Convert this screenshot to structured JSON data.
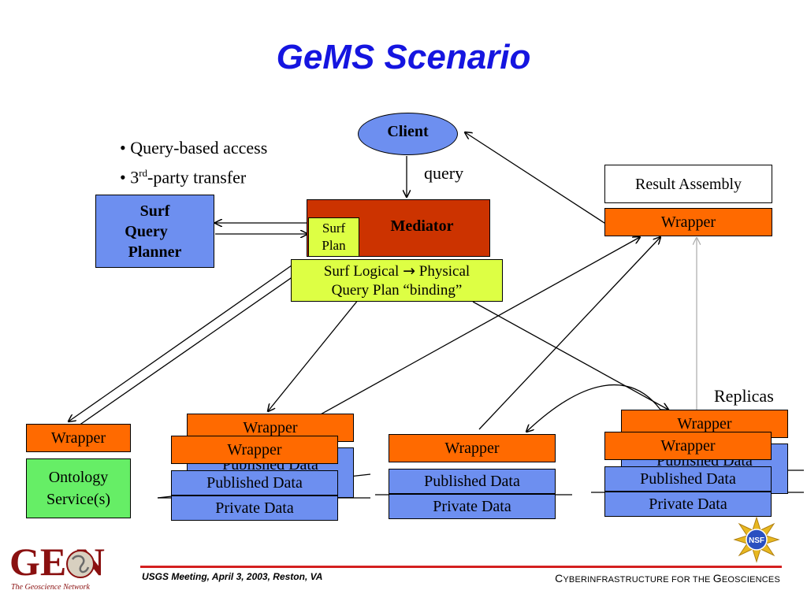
{
  "title": "GeMS Scenario",
  "bullets": [
    {
      "prefix": "• Query-based access",
      "sup": "",
      "suffix": ""
    },
    {
      "prefix": "• 3",
      "sup": "rd",
      "suffix": "-party transfer"
    }
  ],
  "client": "Client",
  "query_label": "query",
  "result_assembly": "Result Assembly",
  "result_wrapper": "Wrapper",
  "surf_planner": [
    "Surf",
    "Query",
    "Planner"
  ],
  "mediator": "Mediator",
  "surf_plan": [
    "Surf",
    "Plan"
  ],
  "binding": {
    "line1_a": "Surf Logical ",
    "arrow": "→",
    "line1_b": " Physical",
    "line2": "Query Plan “binding”"
  },
  "ontology_wrapper": "Wrapper",
  "ontology_service": [
    "Ontology",
    "Service(s)"
  ],
  "source_wrapper": "Wrapper",
  "published_data": "Published Data",
  "private_data": "Private Data",
  "replicas_label": "Replicas",
  "footer": {
    "left": "USGS Meeting,  April 3, 2003, Reston, VA",
    "right_c": "C",
    "right_1": "YBERINFRASTRUCTURE FOR THE ",
    "right_g": "G",
    "right_2": "EOSCIENCES"
  },
  "logo_text": "GE N",
  "logo_sub": "The Geoscience Network",
  "nsf_text": "NSF",
  "colors": {
    "title": "#1515e0",
    "blue": "#6d8ff0",
    "orange": "#ff6a00",
    "green": "#66ee66",
    "lime": "#ddff44",
    "mediator": "#cc3300",
    "footer_line": "#d42020"
  }
}
